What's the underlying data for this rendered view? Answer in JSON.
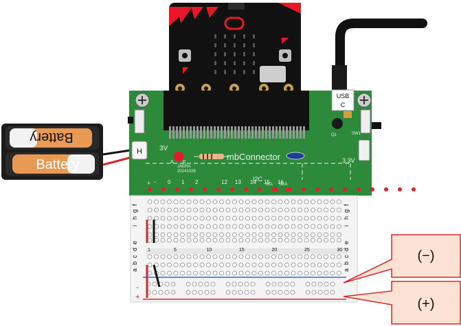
{
  "battery": {
    "label_top": "Battery",
    "label_bottom": "Battery"
  },
  "usb": {
    "label_line1": "USB",
    "label_line2": "C"
  },
  "board": {
    "name": "mbConnector",
    "pins": [
      "0",
      "1",
      "2",
      "12",
      "13",
      "14",
      "15",
      "16"
    ],
    "i2c_label": "I2C",
    "scl": "SCL",
    "sda": "SDA",
    "voltage_left": "3V",
    "voltage_right": "3.3V",
    "model": "JAERA",
    "date": "20241028",
    "led_a": "A",
    "led_k": "K",
    "minus_mark": "-",
    "plus_mark": "+",
    "q1": "Q1",
    "sw1": "SW1",
    "switch_label": "H"
  },
  "breadboard": {
    "rows_top": [
      "f",
      "g",
      "h",
      "i"
    ],
    "rows_bottom": [
      "a",
      "b",
      "c",
      "d",
      "e"
    ],
    "numbers": [
      "1",
      "5",
      "10",
      "15",
      "20",
      "25",
      "30"
    ],
    "rail_minus": "-",
    "rail_plus": "+"
  },
  "callouts": {
    "minus": "(−)",
    "plus": "(+)"
  },
  "colors": {
    "pcb": "#2d8a3a",
    "microbit": "#111111",
    "microbit_accent": "#e8182a",
    "rail_plus": "#d9262b",
    "rail_minus": "#2b6fd1",
    "callout_fill": "#fbe2d4",
    "callout_stroke": "#d9262b"
  }
}
